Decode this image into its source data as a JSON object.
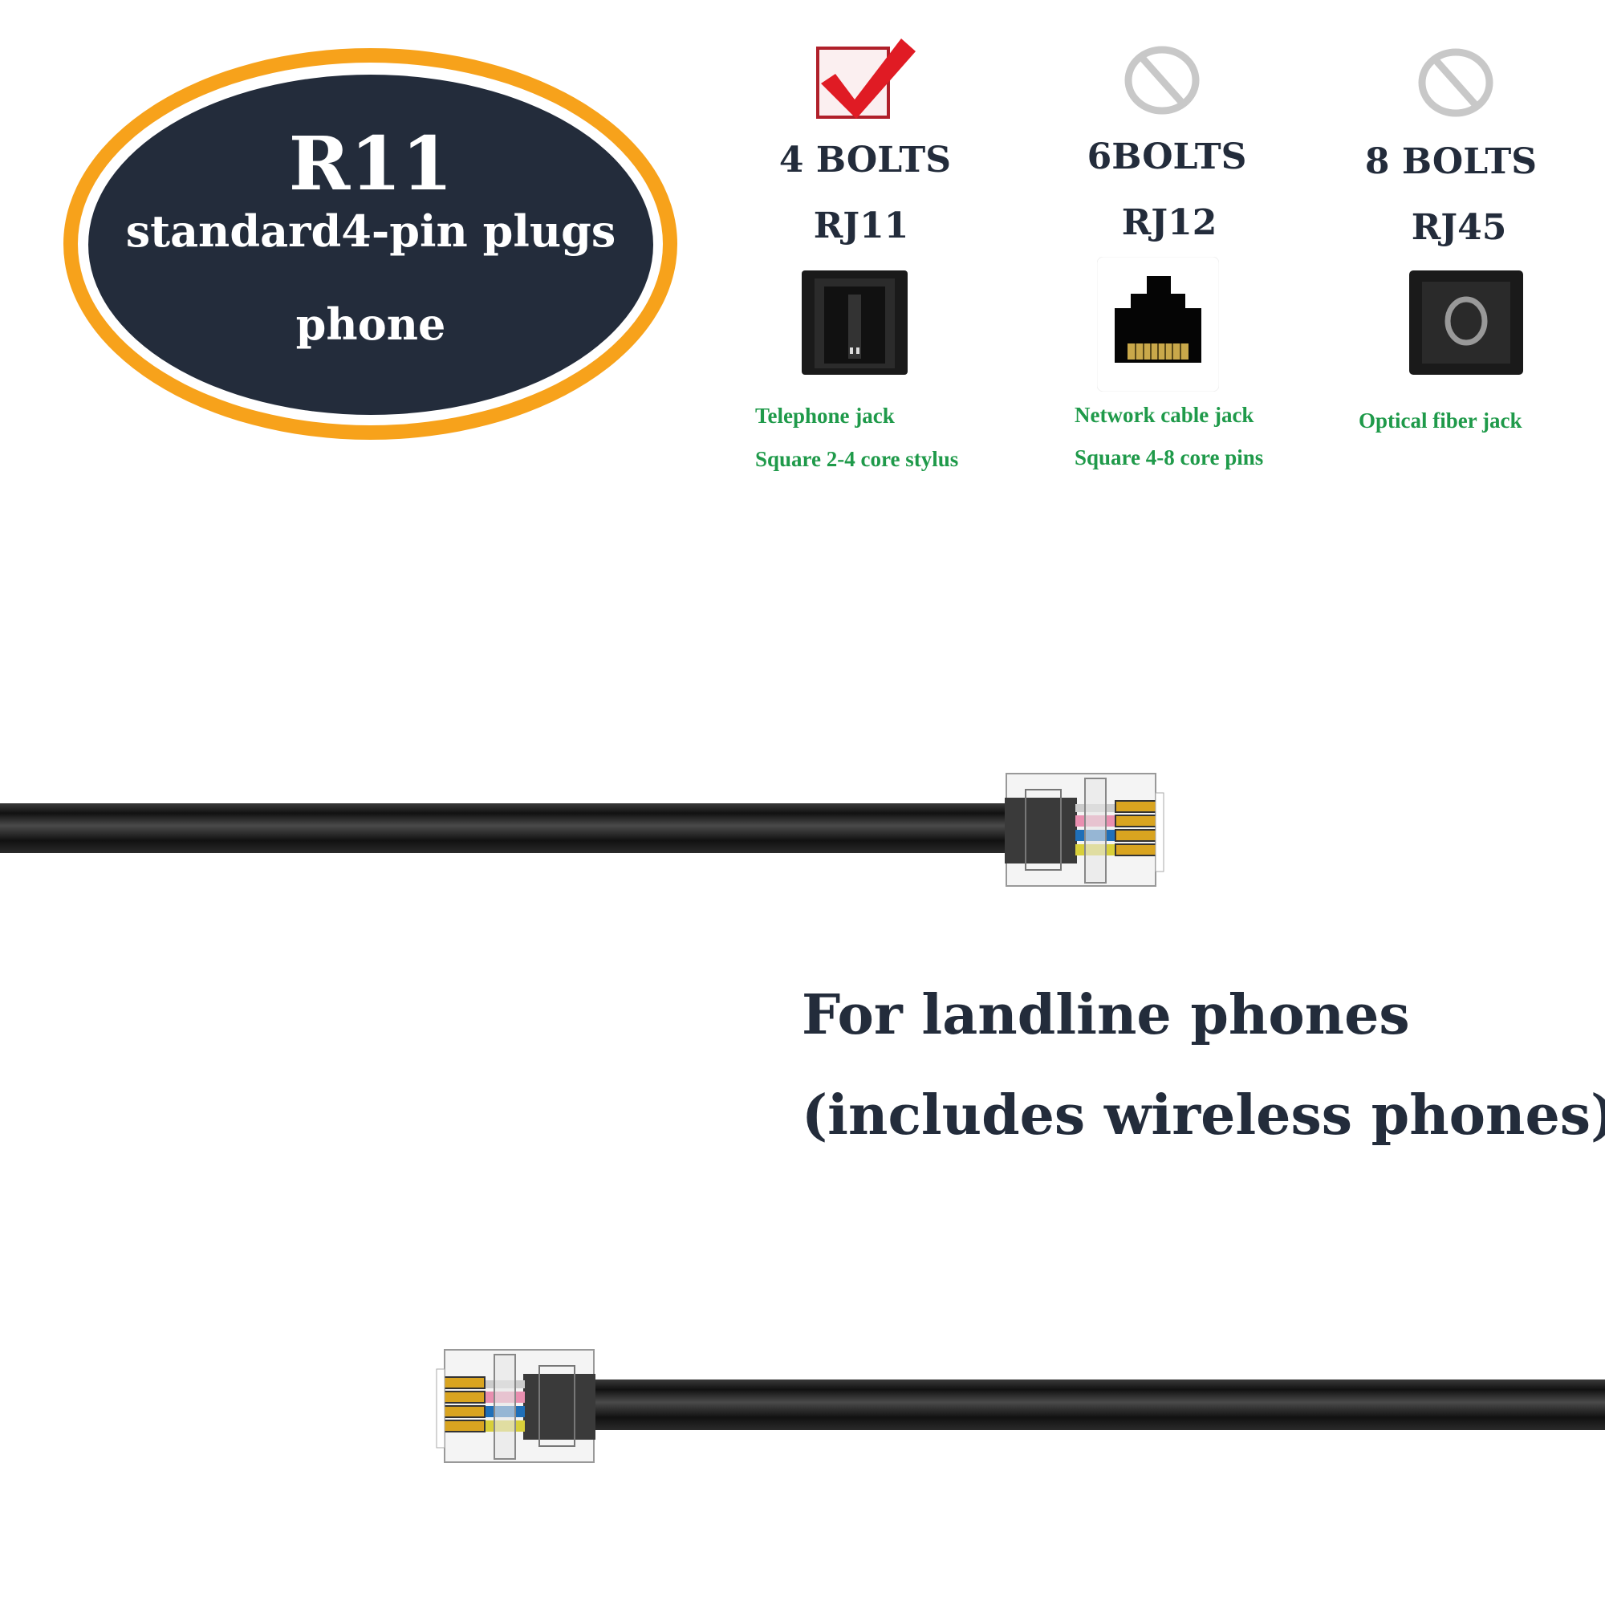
{
  "badge": {
    "title": "R11",
    "subtitle": "standard4-pin plugs",
    "line3": "phone",
    "colors": {
      "ring": "#f7a21b",
      "fill": "#232c3b"
    }
  },
  "columns": [
    {
      "status_icon": "checkmark-icon",
      "bolts": "4 BOLTS",
      "model": "RJ11",
      "jack_icon": "telephone-jack-icon",
      "desc1": "Telephone jack",
      "desc2": "Square 2-4 core stylus"
    },
    {
      "status_icon": "prohibited-icon",
      "bolts": "6BOLTS",
      "model": "RJ12",
      "jack_icon": "network-jack-icon",
      "desc1": "Network cable jack",
      "desc2": "Square 4-8 core pins"
    },
    {
      "status_icon": "prohibited-icon",
      "bolts": "8 BOLTS",
      "model": "RJ45",
      "jack_icon": "optical-fiber-jack-icon",
      "desc1": "Optical fiber jack"
    }
  ],
  "caption": {
    "line1": "For landline phones",
    "line2": "(includes wireless phones)"
  },
  "colors": {
    "text": "#232c3b",
    "green": "#1f9a4a",
    "check": "#e01b24"
  }
}
